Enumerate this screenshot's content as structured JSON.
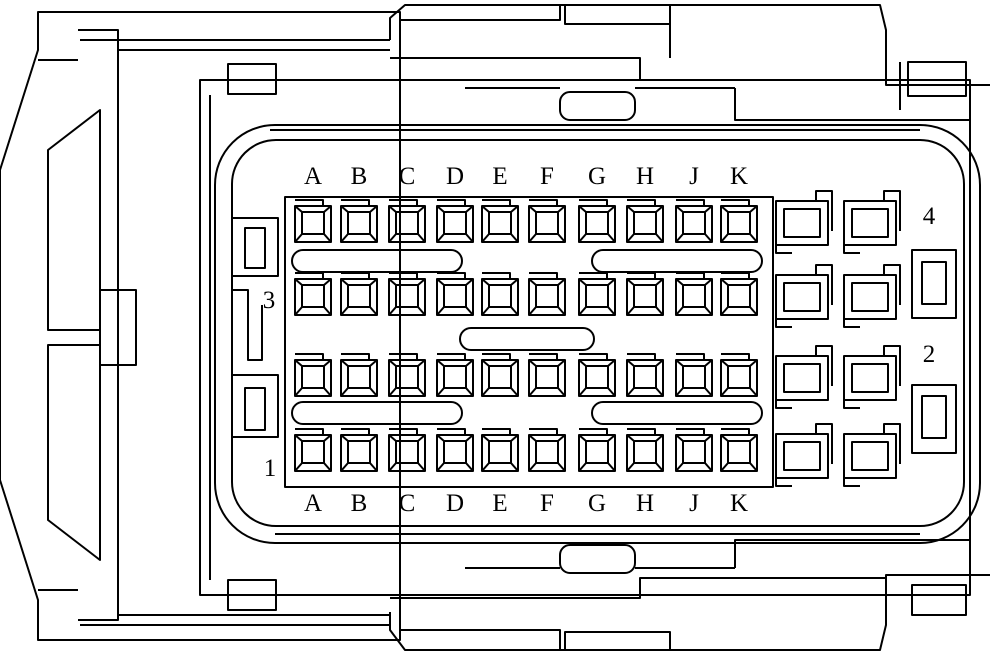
{
  "connector": {
    "columns_top": [
      "A",
      "B",
      "C",
      "D",
      "E",
      "F",
      "G",
      "H",
      "J",
      "K"
    ],
    "columns_bottom": [
      "A",
      "B",
      "C",
      "D",
      "E",
      "F",
      "G",
      "H",
      "J",
      "K"
    ],
    "cavity_rows": 4,
    "cavities_per_row": 10,
    "side_cavity_columns": 2,
    "row_numbers": {
      "row1": "1",
      "row2": "2",
      "row3": "3",
      "row4": "4"
    }
  }
}
